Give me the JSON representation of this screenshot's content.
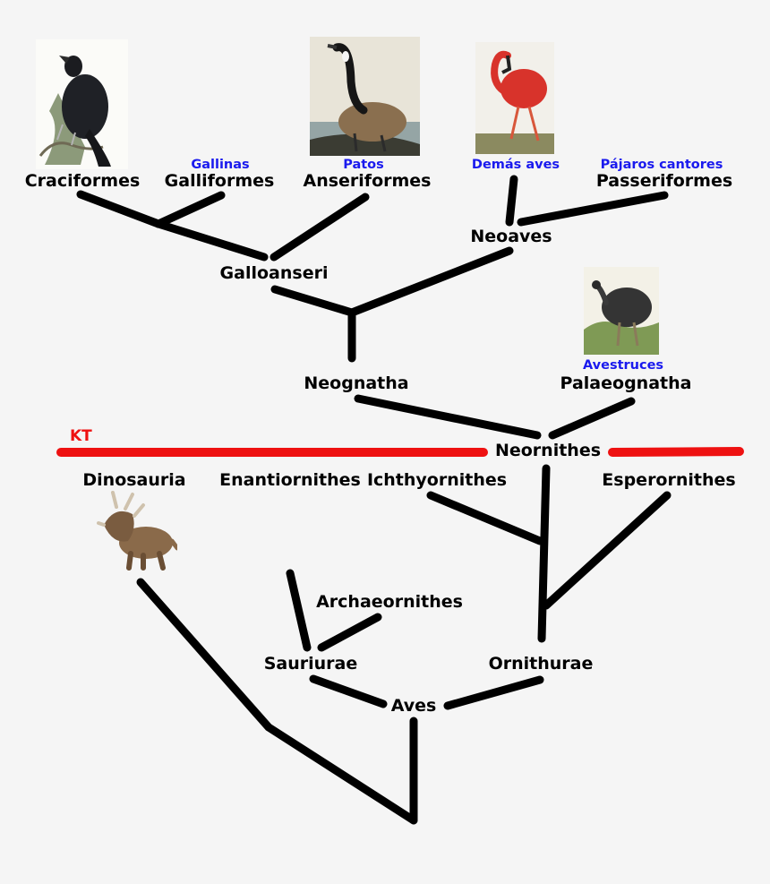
{
  "kt_label": "KT",
  "taxa": {
    "craciformes": "Craciformes",
    "galliformes": "Galliformes",
    "anseriformes": "Anseriformes",
    "passeriformes": "Passeriformes",
    "neoaves": "Neoaves",
    "galloanseri": "Galloanseri",
    "neognatha": "Neognatha",
    "palaeognatha": "Palaeognatha",
    "neornithes": "Neornithes",
    "dinosauria": "Dinosauria",
    "enantiornithes": "Enantiornithes",
    "ichthyornithes": "Ichthyornithes",
    "esperornithes": "Esperornithes",
    "archaeornithes": "Archaeornithes",
    "sauriurae": "Sauriurae",
    "ornithurae": "Ornithurae",
    "aves": "Aves"
  },
  "common_names": {
    "gallinas": "Gallinas",
    "patos": "Patos",
    "demas_aves": "Demás aves",
    "pajaros_cantores": "Pájaros cantores",
    "avestruces": "Avestruces"
  },
  "colors": {
    "branch": "#000000",
    "kt_line": "#ee1111",
    "common_name": "#1a1aee",
    "background": "#f5f5f5"
  }
}
